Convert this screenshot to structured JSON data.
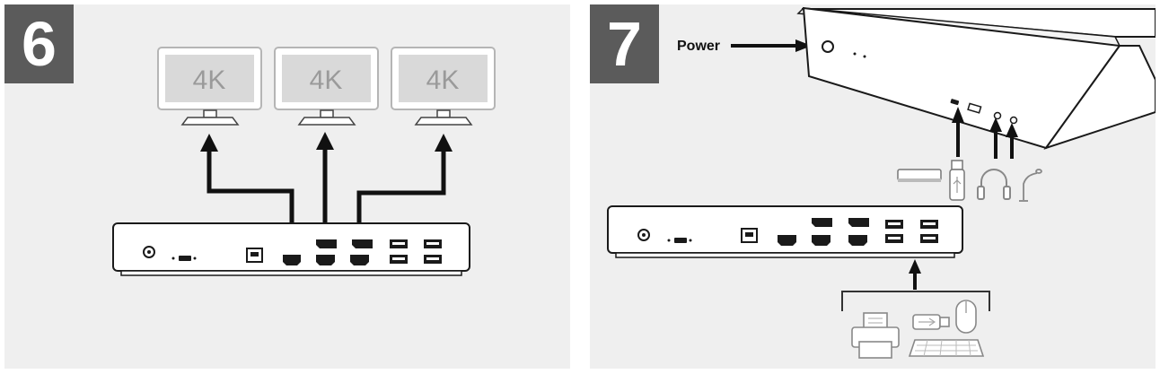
{
  "steps": {
    "left": {
      "number": "6"
    },
    "right": {
      "number": "7"
    }
  },
  "monitors": [
    {
      "label": "4K"
    },
    {
      "label": "4K"
    },
    {
      "label": "4K"
    }
  ],
  "power": {
    "label": "Power"
  },
  "colors": {
    "panel_background": "#efefef",
    "step_badge": "#5b5b5b",
    "outline": "#1a1a1a",
    "arrow": "#111111",
    "monitor_screen": "#d9d9d9"
  }
}
